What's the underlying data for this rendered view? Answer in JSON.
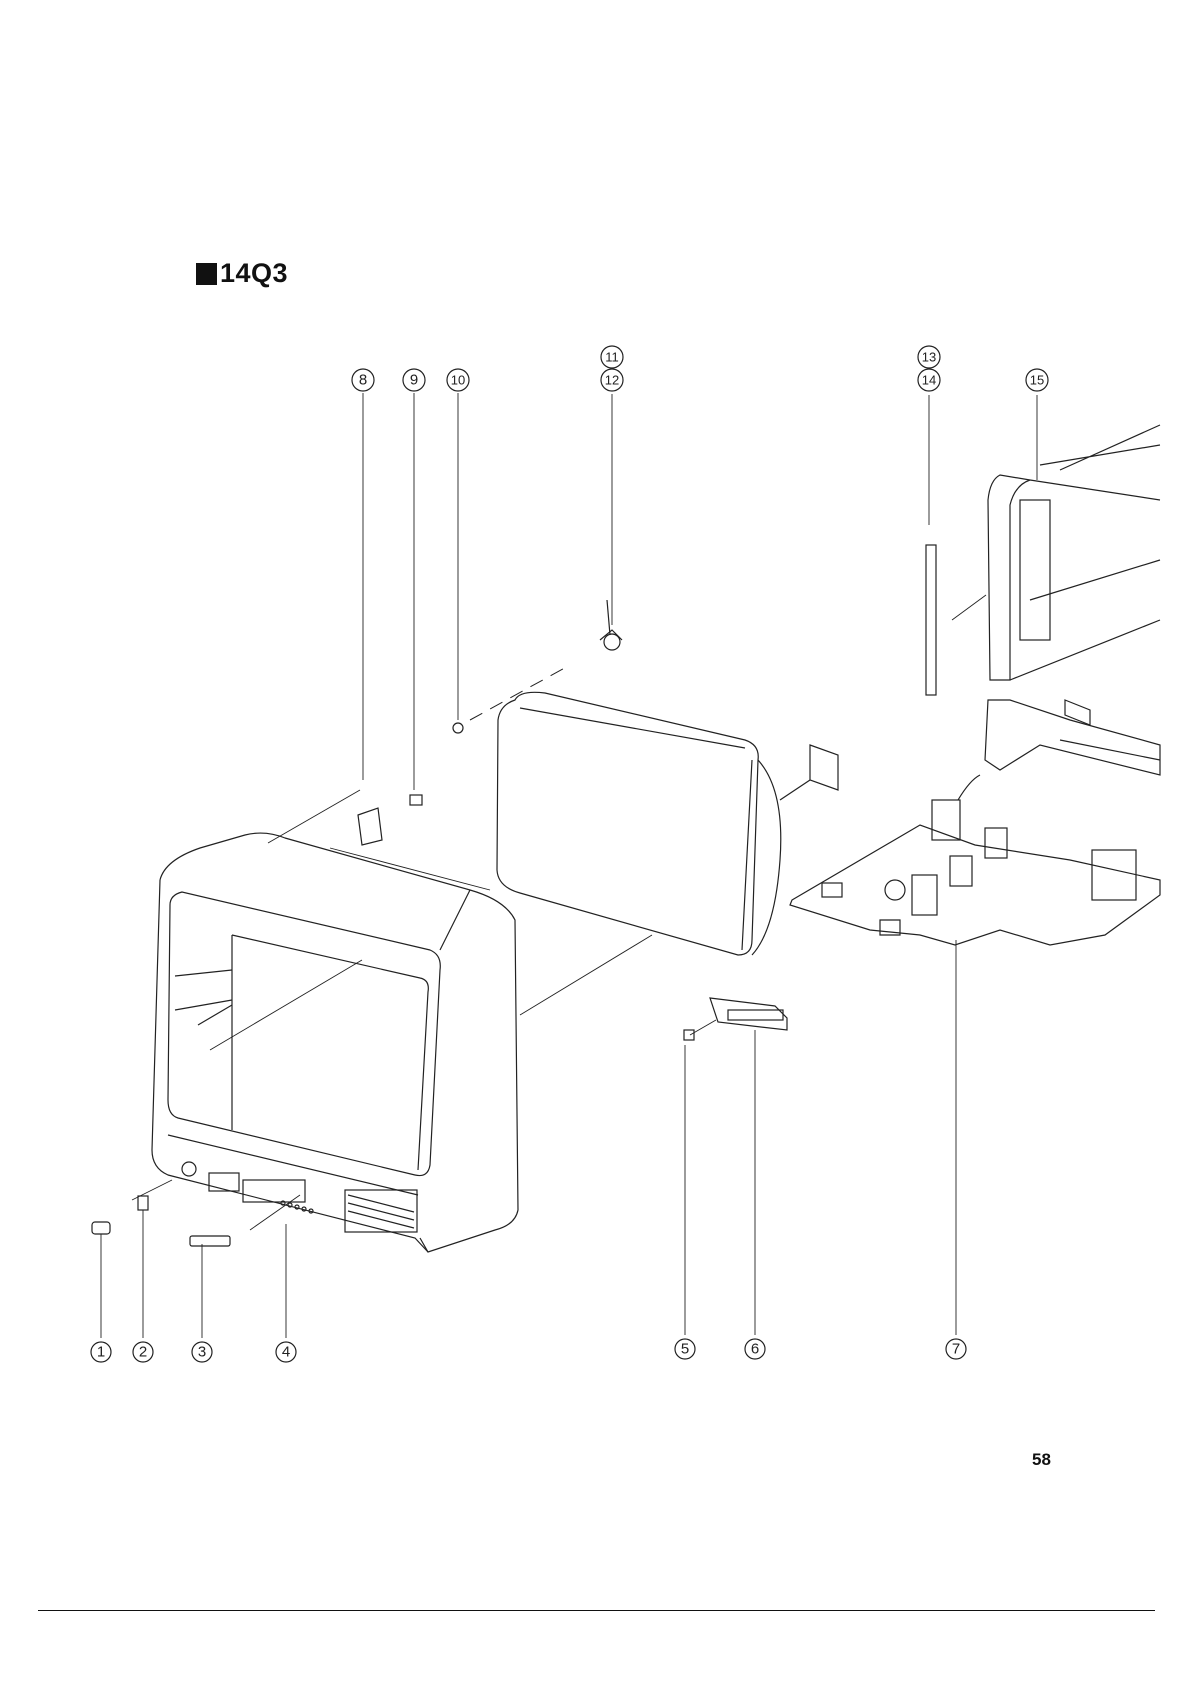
{
  "header": {
    "model": "14Q3"
  },
  "callouts": [
    "1",
    "2",
    "3",
    "4",
    "5",
    "6",
    "7",
    "8",
    "9",
    "10",
    "11",
    "12",
    "13",
    "14",
    "15"
  ],
  "footer": {
    "page_number": "58"
  }
}
